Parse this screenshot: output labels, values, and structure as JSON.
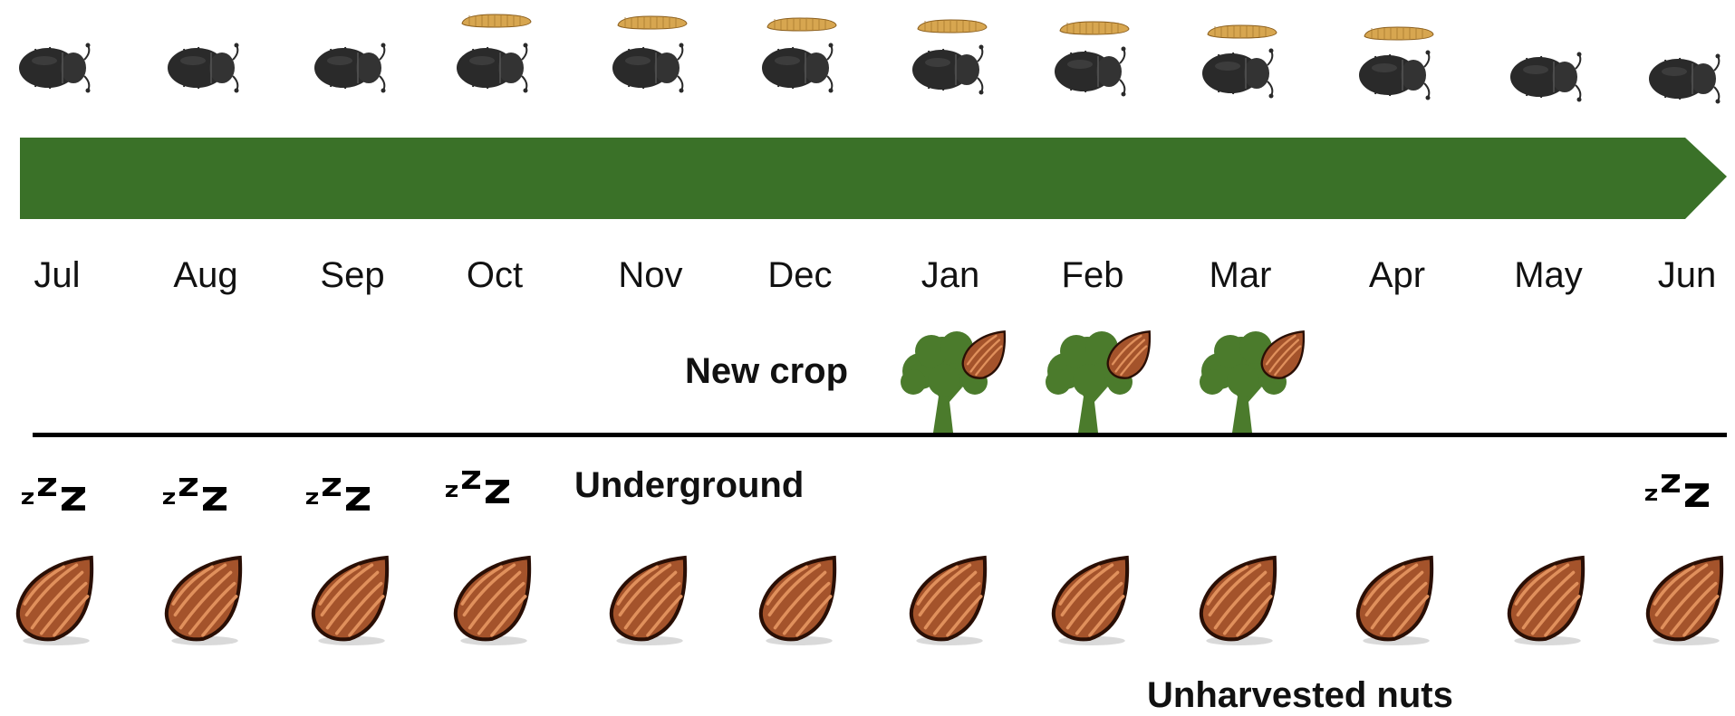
{
  "months": [
    "Jul",
    "Aug",
    "Sep",
    "Oct",
    "Nov",
    "Dec",
    "Jan",
    "Feb",
    "Mar",
    "Apr",
    "May",
    "Jun"
  ],
  "labels": {
    "new_crop": "New crop",
    "underground": "Underground",
    "unharvested_nuts": "Unharvested nuts"
  },
  "icons": {
    "beetle": "beetle-icon",
    "larva": "larva-icon",
    "tree_with_nut": "tree-with-nut-icon",
    "sleep": "sleep-zzz-icon",
    "almond": "almond-icon"
  },
  "colors": {
    "timeline_arrow": "#3a7128",
    "tree": "#4b7b2c",
    "almond": "#a4532b",
    "almond_stripe": "#e0905c",
    "beetle": "#2a2a2a",
    "larva": "#d7a650",
    "divider": "#000000"
  }
}
